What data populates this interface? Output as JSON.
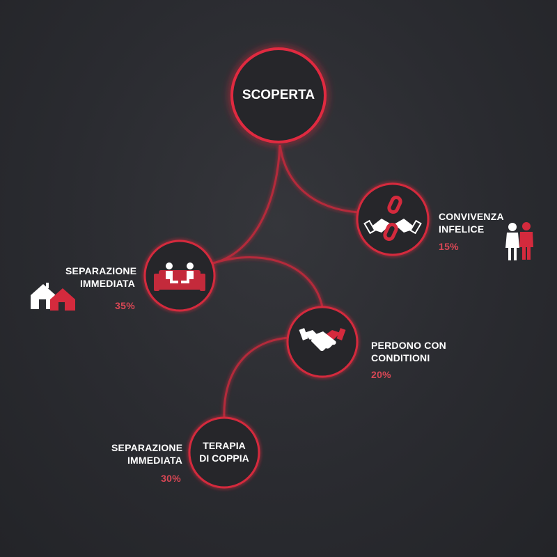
{
  "nodes": {
    "scoperta": {
      "label": "SCOPERTA"
    },
    "convivenza": {
      "label_line1": "CONVIVENZA",
      "label_line2": "INFELICE",
      "percent": "15%",
      "icon": "broken-chain-handshake-icon"
    },
    "separazione": {
      "label_line1": "SEPARAZIONE",
      "label_line2": "IMMEDIATA",
      "percent": "35%",
      "icon": "couple-on-sofa-icon"
    },
    "perdono": {
      "label_line1": "PERDONO CON",
      "label_line2": "CONDITIONI",
      "percent": "20%",
      "icon": "handshake-icon"
    },
    "terapia": {
      "center_line1": "TERAPIA",
      "center_line2": "DI COPPIA",
      "label_line1": "SEPARAZIONE",
      "label_line2": "IMMEDIATA",
      "percent": "30%"
    }
  },
  "side_icons": {
    "houses": "two-houses-icon",
    "couple": "standing-couple-icon"
  },
  "colors": {
    "ring": "#e0293f",
    "line": "#b42a3a",
    "accent_text": "#d94755",
    "node_fill": "#26272b",
    "background": "#2c2d31"
  }
}
